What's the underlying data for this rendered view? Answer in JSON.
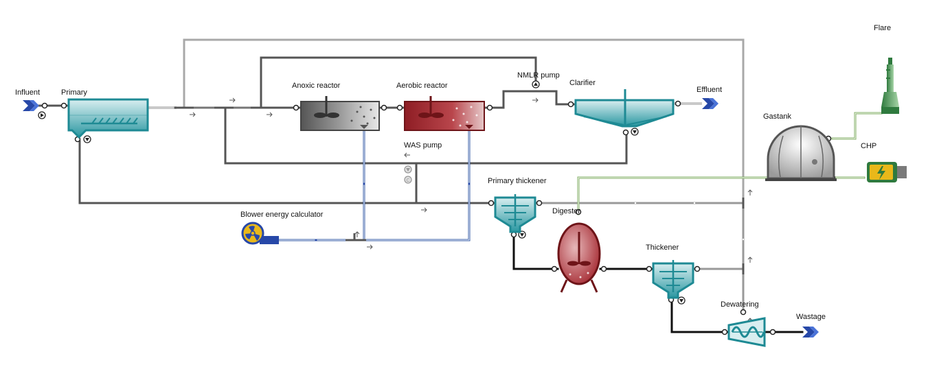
{
  "labels": {
    "influent": "Influent",
    "primary": "Primary",
    "anoxic_reactor": "Anoxic reactor",
    "aerobic_reactor": "Aerobic reactor",
    "nmlr_pump": "NMLR pump",
    "clarifier": "Clarifier",
    "effluent": "Effluent",
    "was_pump": "WAS pump",
    "primary_thickener": "Primary thickener",
    "blower_energy_calculator": "Blower energy calculator",
    "digester": "Digester",
    "thickener": "Thickener",
    "dewatering": "Dewatering",
    "wastage": "Wastage",
    "gastank": "Gastank",
    "chp": "CHP",
    "flare": "Flare"
  },
  "colors": {
    "teal": "#1e8a94",
    "teal_light": "#bfe4e6",
    "reactor_red": "#a3262e",
    "reactor_grey": "#666666",
    "pipe_dark": "#555555",
    "pipe_light": "#b5b5b5",
    "pipe_sludge": "#111111",
    "air_line": "#3a5fa8",
    "gas_line": "#7fae62",
    "stream_blue": "#2748a8"
  },
  "icons": [
    "influent-arrow-icon",
    "effluent-arrow-icon",
    "wastage-arrow-icon",
    "pump-icon",
    "blower-icon",
    "gastank-icon",
    "chp-generator-icon",
    "flare-stack-icon"
  ]
}
